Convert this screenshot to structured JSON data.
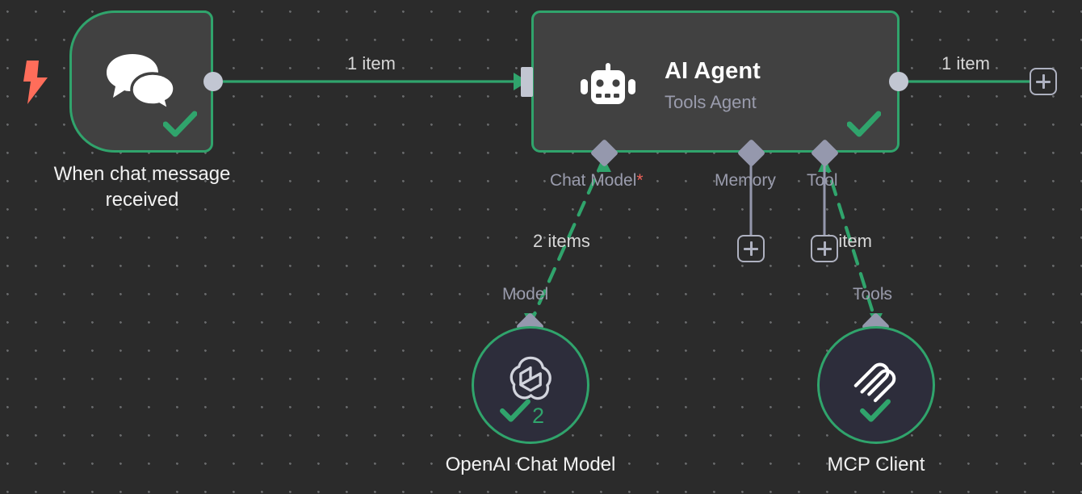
{
  "canvas": {
    "background_color": "#2b2b2b",
    "grid_dot_color": "#68696b",
    "accent_color": "#30a46c",
    "port_color": "#c2c6d2",
    "sub_port_color": "#9598ad",
    "required_color": "#f0625a",
    "trigger_bolt_color": "#ff6d5a"
  },
  "nodes": {
    "chat_trigger": {
      "label": "When chat message\nreceived",
      "icon": "chat-bubbles-icon",
      "status": "success",
      "trigger_icon": "lightning-bolt-icon"
    },
    "ai_agent": {
      "title": "AI Agent",
      "subtitle": "Tools Agent",
      "icon": "robot-icon",
      "status": "success",
      "ports": [
        {
          "name": "Chat Model",
          "required": true,
          "required_marker": "*"
        },
        {
          "name": "Memory",
          "required": false,
          "required_marker": ""
        },
        {
          "name": "Tool",
          "required": false,
          "required_marker": ""
        }
      ]
    },
    "openai_chat_model": {
      "label": "OpenAI Chat Model",
      "icon": "openai-logo-icon",
      "status": "success",
      "run_count": "2",
      "port_label": "Model"
    },
    "mcp_client": {
      "label": "MCP Client",
      "icon": "mcp-logo-icon",
      "status": "success",
      "run_count": "",
      "port_label": "Tools"
    }
  },
  "edges": {
    "trigger_to_agent": {
      "label": "1 item"
    },
    "agent_output": {
      "label": "1 item"
    },
    "agent_to_model": {
      "label": "2 items"
    },
    "agent_to_tools": {
      "label": "1 item"
    }
  },
  "buttons": {
    "add_after_agent": "+",
    "add_memory": "+",
    "add_tool": "+"
  }
}
